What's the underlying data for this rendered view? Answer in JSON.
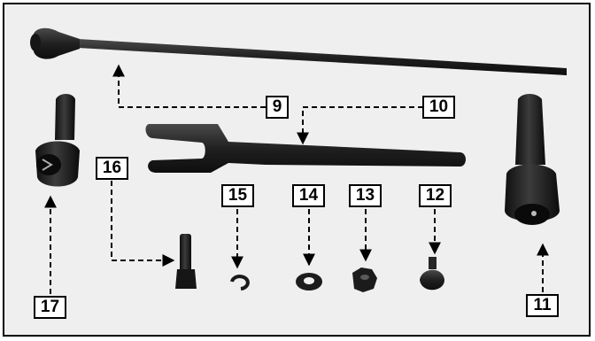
{
  "callouts": {
    "c9": "9",
    "c10": "10",
    "c11": "11",
    "c12": "12",
    "c13": "13",
    "c14": "14",
    "c15": "15",
    "c16": "16",
    "c17": "17"
  },
  "colors": {
    "background": "#efefef",
    "part": "#1d1d1d",
    "leader": "#000000",
    "callout_fill": "#ffffff"
  }
}
